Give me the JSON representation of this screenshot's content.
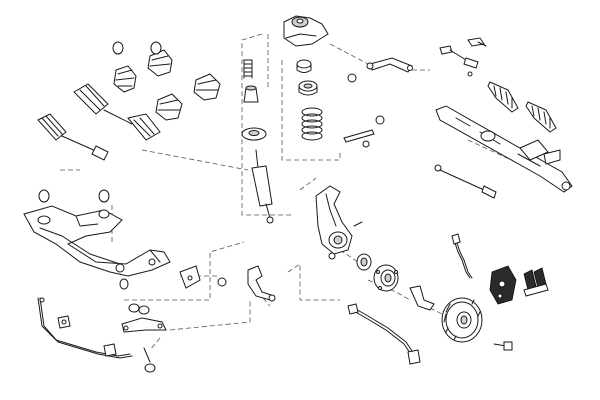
{
  "diagram": {
    "line_color": "#1a1a1a",
    "fill_light": "#ffffff",
    "fill_mid": "#cfcfcf",
    "fill_dark": "#2a2a2a",
    "guide_color": "#555555",
    "background": "#ffffff",
    "parts": [
      "strut-top-mount",
      "upper-control-arm",
      "inner-tie-rod-end",
      "outer-tie-rod-end",
      "steering-rack-boot",
      "steering-rack",
      "tie-rod",
      "coil-spring",
      "spring-seat",
      "bump-stop",
      "shock-absorber",
      "dust-cover",
      "cv-boot-set",
      "drive-shaft-left",
      "drive-shaft-right",
      "subframe",
      "subframe-bushing",
      "control-arm-bracket",
      "lower-control-arm",
      "stabilizer-link",
      "stabilizer-bar",
      "stabilizer-bushing",
      "steering-knuckle",
      "wheel-hub",
      "wheel-bearing",
      "abs-sensor",
      "brake-hose",
      "brake-caliper",
      "brake-pads",
      "brake-disc",
      "brake-dust-shield",
      "wheel-bolt"
    ]
  }
}
